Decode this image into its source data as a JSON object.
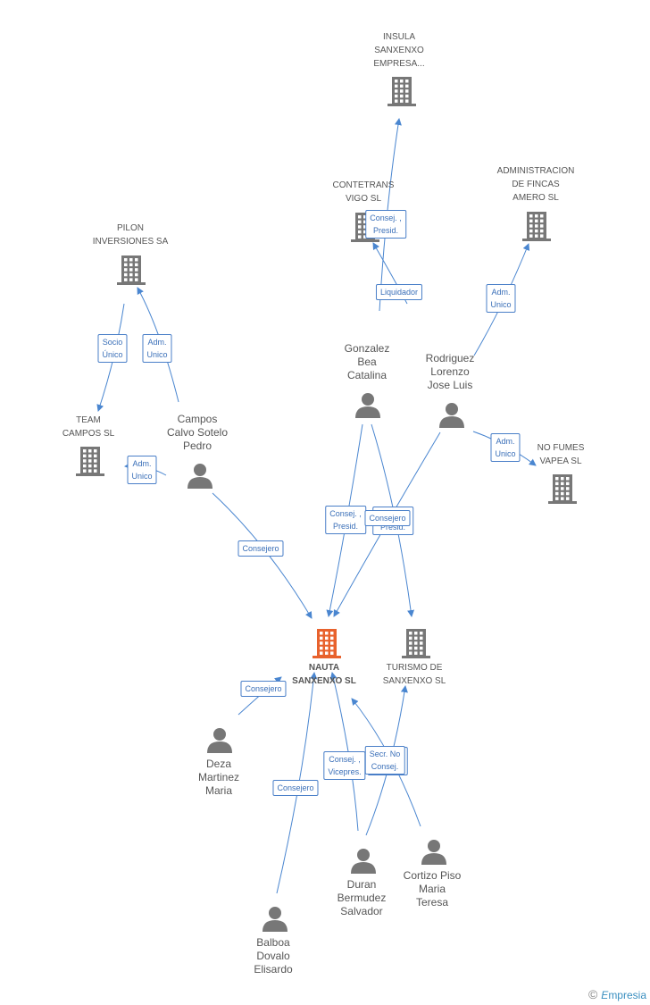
{
  "nodes": [
    {
      "id": "insula",
      "type": "company",
      "label": "INSULA\nSANXENXO\nEMPRESA..."
    },
    {
      "id": "contetrans",
      "type": "company",
      "label": "CONTETRANS\nVIGO SL"
    },
    {
      "id": "administracion",
      "type": "company",
      "label": "ADMINISTRACION\nDE FINCAS\nAMERO  SL"
    },
    {
      "id": "pilon",
      "type": "company",
      "label": "PILON\nINVERSIONES SA"
    },
    {
      "id": "team",
      "type": "company",
      "label": "TEAM\nCAMPOS  SL"
    },
    {
      "id": "nofumes",
      "type": "company",
      "label": "NO FUMES\nVAPEA  SL"
    },
    {
      "id": "nauta",
      "type": "main",
      "label": "NAUTA\nSANXENXO SL"
    },
    {
      "id": "turismo",
      "type": "company",
      "label": "TURISMO DE\nSANXENXO SL"
    },
    {
      "id": "gonzalez",
      "type": "person",
      "label": "Gonzalez\nBea\nCatalina"
    },
    {
      "id": "rodriguez",
      "type": "person",
      "label": "Rodriguez\nLorenzo\nJose Luis"
    },
    {
      "id": "campos",
      "type": "person",
      "label": "Campos\nCalvo Sotelo\nPedro"
    },
    {
      "id": "deza",
      "type": "person",
      "label": "Deza\nMartinez\nMaria"
    },
    {
      "id": "duran",
      "type": "person",
      "label": "Duran\nBermudez\nSalvador"
    },
    {
      "id": "cortizo",
      "type": "person",
      "label": "Cortizo Piso\nMaria\nTeresa"
    },
    {
      "id": "balboa",
      "type": "person",
      "label": "Balboa\nDovalo\nElisardo"
    }
  ],
  "edges": [
    {
      "from": "gonzalez",
      "to": "insula",
      "label": "Consej. ,\nPresid."
    },
    {
      "from": "gonzalez",
      "to": "contetrans",
      "label": "Liquidador"
    },
    {
      "from": "rodriguez",
      "to": "administracion",
      "label": "Adm.\nUnico"
    },
    {
      "from": "pilon",
      "to": "team",
      "label": "Socio\nÚnico"
    },
    {
      "from": "campos",
      "to": "pilon",
      "label": "Adm.\nUnico"
    },
    {
      "from": "campos",
      "to": "team",
      "label": "Adm.\nUnico"
    },
    {
      "from": "rodriguez",
      "to": "nofumes",
      "label": "Adm.\nUnico"
    },
    {
      "from": "campos",
      "to": "nauta",
      "label": "Consejero"
    },
    {
      "from": "gonzalez",
      "to": "nauta",
      "label": "Consej. ,\nPresid."
    },
    {
      "from": "gonzalez",
      "to": "turismo",
      "label": "Consej. ,\nPresid."
    },
    {
      "from": "rodriguez",
      "to": "nauta",
      "label": "Consejero"
    },
    {
      "from": "deza",
      "to": "nauta",
      "label": "Consejero"
    },
    {
      "from": "balboa",
      "to": "nauta",
      "label": "Consejero"
    },
    {
      "from": "duran",
      "to": "nauta",
      "label": "Consej. ,\nVicepres."
    },
    {
      "from": "duran",
      "to": "turismo",
      "label": "Secr.  No\nConsej."
    },
    {
      "from": "cortizo",
      "to": "nauta",
      "label": "Secr.  No\nConsej."
    }
  ],
  "footer": {
    "copyright": "©",
    "brand_first": "E",
    "brand_rest": "mpresia"
  },
  "colors": {
    "main": "#e8622d",
    "node": "#777777",
    "edge": "#4a86d0",
    "tag_border": "#4a7fc8"
  }
}
